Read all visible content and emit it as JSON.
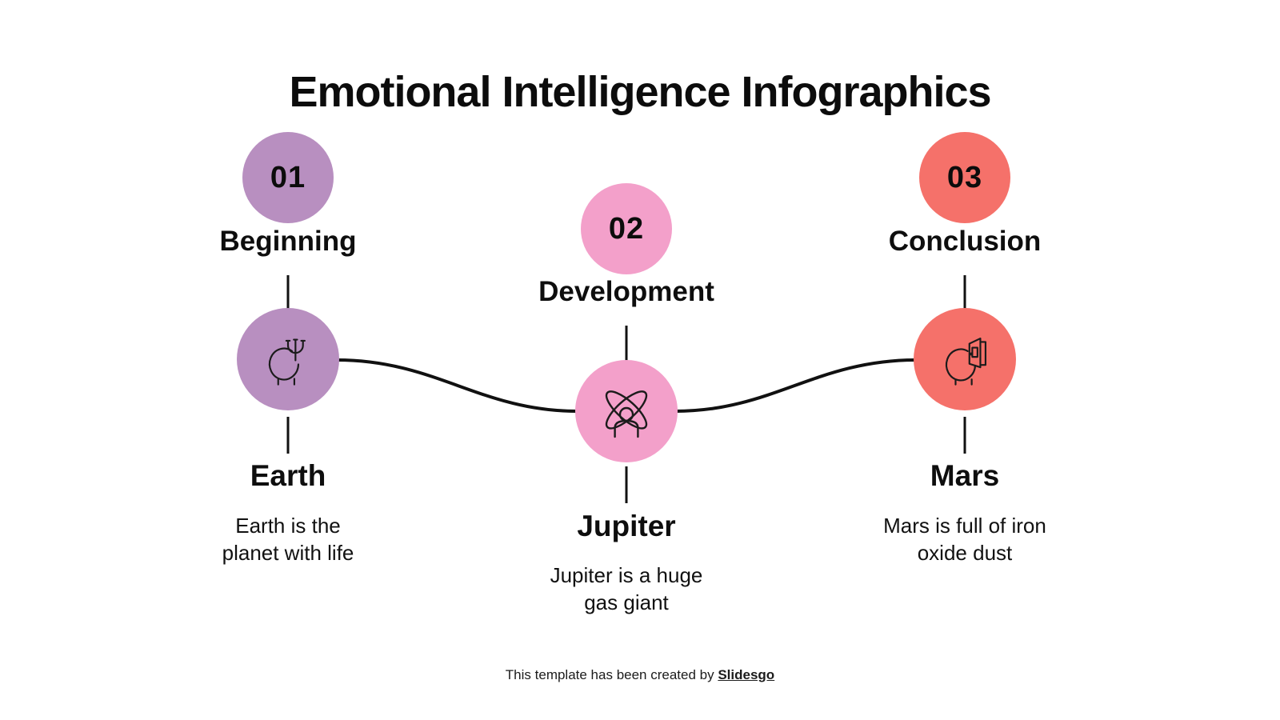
{
  "title": "Emotional Intelligence Infographics",
  "colors": {
    "purple": "#b88fc0",
    "pink": "#f3a0ca",
    "coral": "#f5716a",
    "ink": "#111111"
  },
  "steps": [
    {
      "number": "01",
      "label": "Beginning",
      "icon": "psychology-head-icon",
      "planet": "Earth",
      "desc_lines": [
        "Earth is the",
        "planet with life"
      ],
      "color": "#b88fc0"
    },
    {
      "number": "02",
      "label": "Development",
      "icon": "person-atom-icon",
      "planet": "Jupiter",
      "desc_lines": [
        "Jupiter is a huge",
        "gas giant"
      ],
      "color": "#f3a0ca"
    },
    {
      "number": "03",
      "label": "Conclusion",
      "icon": "open-door-mind-icon",
      "planet": "Mars",
      "desc_lines": [
        "Mars is full of iron",
        "oxide dust"
      ],
      "color": "#f5716a"
    }
  ],
  "footer": {
    "text": "This template has been created by ",
    "brand": "Slidesgo"
  }
}
